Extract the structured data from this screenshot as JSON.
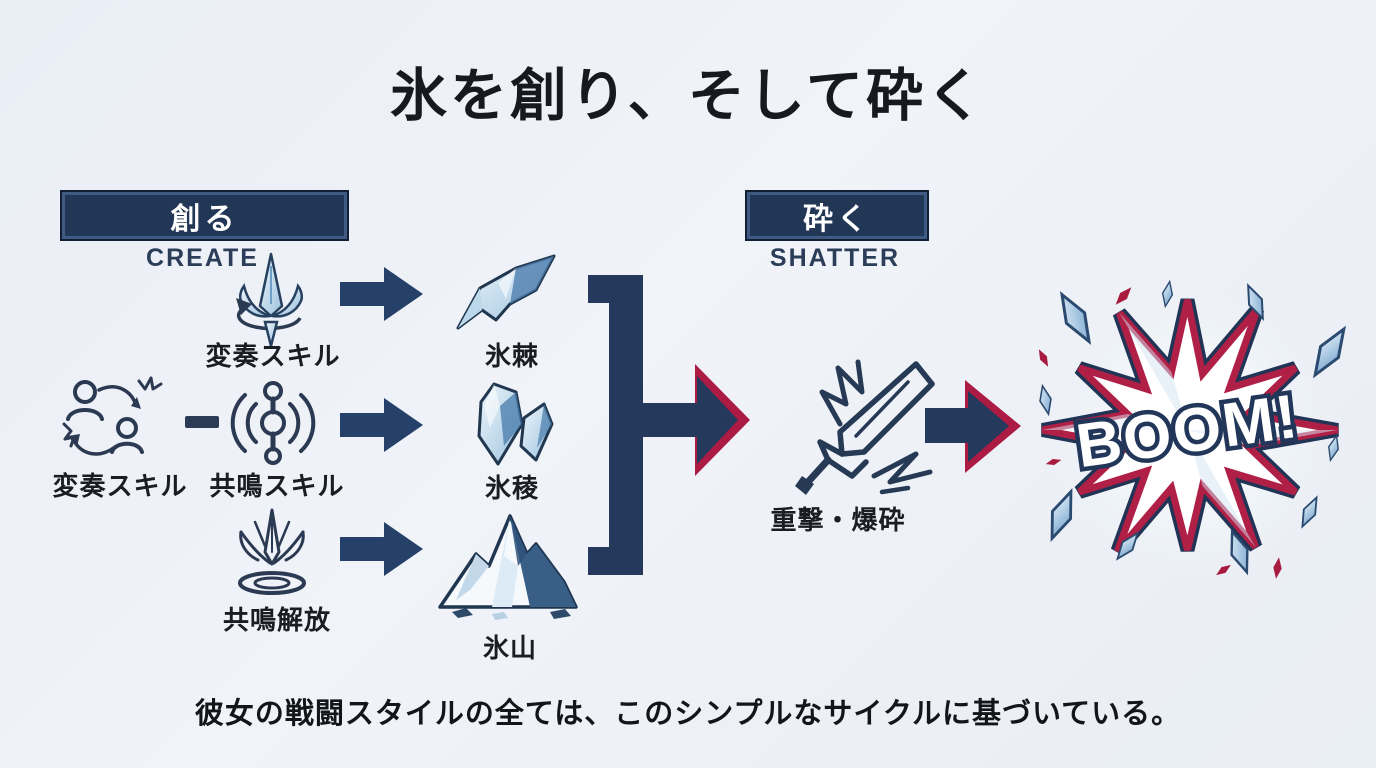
{
  "title": "氷を創り、そして砕く",
  "caption": "彼女の戦闘スタイルの全ては、このシンプルなサイクルに基づいている。",
  "create": {
    "heading_jp": "創る",
    "heading_en": "CREATE",
    "row1": {
      "skill_label": "変奏スキル",
      "output_label": "氷棘"
    },
    "row2": {
      "skill_a_label": "変奏スキル",
      "skill_b_label": "共鳴スキル",
      "output_label": "氷稜"
    },
    "row3": {
      "skill_label": "共鳴解放",
      "output_label": "氷山"
    }
  },
  "shatter": {
    "heading_jp": "砕く",
    "heading_en": "SHATTER",
    "action_label": "重撃・爆砕",
    "boom_text": "BOOM!"
  },
  "icons": {
    "create_row1": "ice-spike-rotate-icon",
    "create_row2_left": "character-swap-icon",
    "create_row2_right": "resonance-wave-icon",
    "create_row3": "resonance-liberation-burst-icon",
    "output_row1": "ice-thorn-icon",
    "output_row2": "ice-ridge-icon",
    "output_row3": "iceberg-icon",
    "shatter_action": "sword-impact-icon",
    "result": "boom-explosion-graphic"
  },
  "colors": {
    "navy": "#24395b",
    "navy_dark": "#1f3350",
    "crimson": "#ab1c42",
    "ice_light": "#e8f3fa",
    "ice_mid": "#8fb8d8",
    "ice_dark": "#3e6e9e",
    "background": "#edf0f6",
    "text_dark": "#17191f"
  }
}
